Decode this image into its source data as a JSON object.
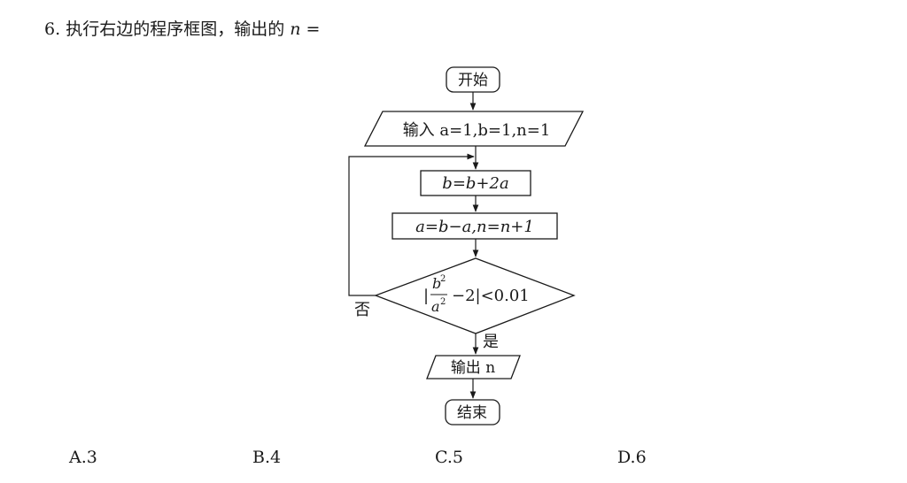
{
  "question": {
    "number": "6.",
    "text": "执行右边的程序框图，输出的",
    "var": "n",
    "suffix": "="
  },
  "flowchart": {
    "start": "开始",
    "input": "输入 a=1,b=1,n=1",
    "step1": "b=b+2a",
    "step2": "a=b−a,n=n+1",
    "condition": {
      "abs_open": "|",
      "numerator": "b",
      "numerator_exp": "2",
      "denominator": "a",
      "denominator_exp": "2",
      "rest": "−2|<0.01"
    },
    "yes_label": "是",
    "no_label": "否",
    "output": "输出 n",
    "end": "结束"
  },
  "options": [
    {
      "letter": "A.",
      "value": "3"
    },
    {
      "letter": "B.",
      "value": "4"
    },
    {
      "letter": "C.",
      "value": "5"
    },
    {
      "letter": "D.",
      "value": "6"
    }
  ]
}
